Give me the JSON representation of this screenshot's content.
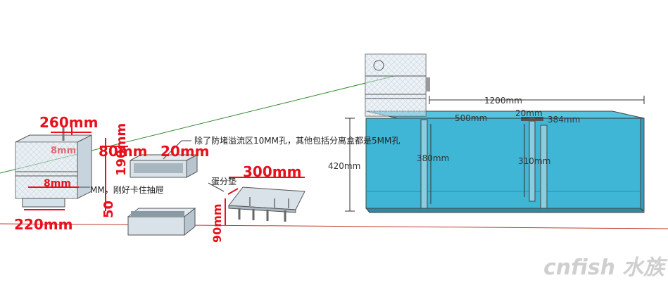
{
  "labels": {
    "left_box_width": "260mm",
    "left_box_small": "8mm",
    "left_box_small2": "8mm",
    "left_box_bottom": "220mm",
    "vertical_50": "50",
    "vertical_stack": "190mm",
    "drawer_width": "80mm",
    "drawer_width2": "20mm",
    "pad_width": "300mm",
    "pad_height": "90mm",
    "pad_name": "蛋分垫",
    "note_holes": "除了防堵溢流区10MM孔，其他包括分离盒都是5MM孔",
    "note_clip": "MM，刚好卡住抽屉",
    "tank_length": "1200mm",
    "tank_section_500": "500mm",
    "tank_section_20": "20mm",
    "tank_section_384": "384mm",
    "tank_height": "420mm",
    "inner_380": "380mm",
    "inner_310": "310mm"
  },
  "watermark": {
    "text": "cnfish",
    "sub": "水族"
  },
  "colors": {
    "dimension_red": "#e8101b",
    "water_blue": "#3fb6d6",
    "glass": "#c9dbe6",
    "ground_line": "#c0392b",
    "guide_green": "#2e8b2e"
  }
}
